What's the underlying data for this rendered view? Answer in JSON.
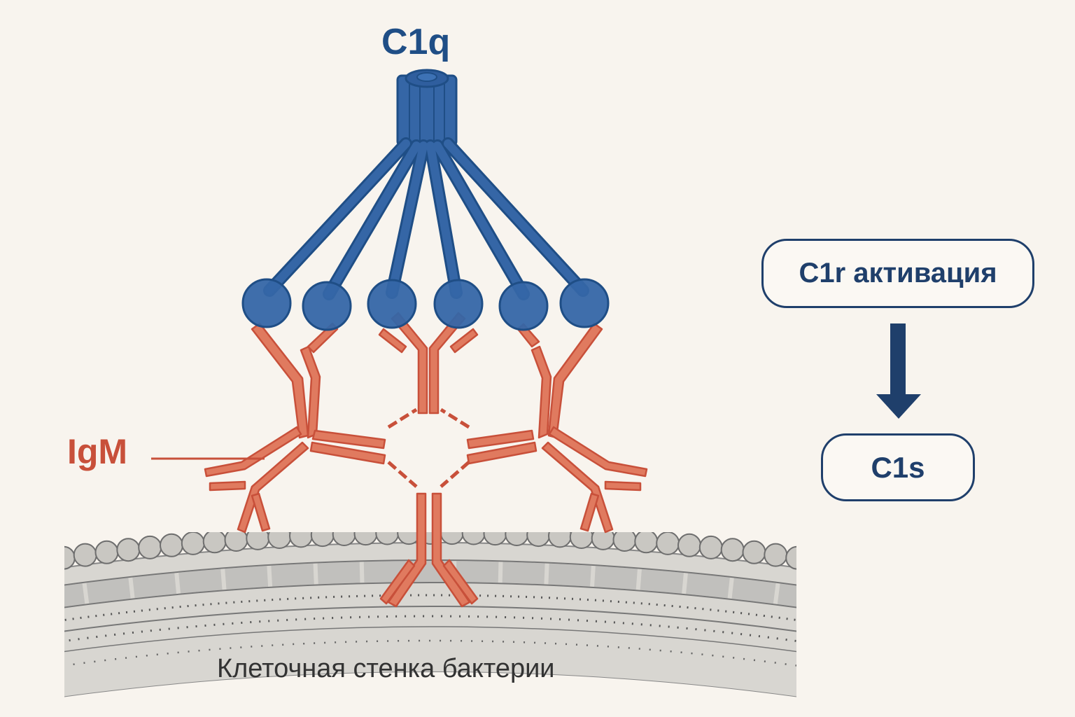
{
  "labels": {
    "c1q": "C1q",
    "igm": "IgM",
    "cell_wall": "Клеточная стенка бактерии"
  },
  "flow": {
    "step1": "C1r активация",
    "step2": "C1s"
  },
  "colors": {
    "c1q_blue": "#3566a6",
    "c1q_dark": "#1f4e86",
    "igm_fill": "#e07a5f",
    "igm_stroke": "#c8503a",
    "flow_dark": "#1f3f6b",
    "wall_gray": "#d3d1cc",
    "background": "#f8f4ee"
  }
}
